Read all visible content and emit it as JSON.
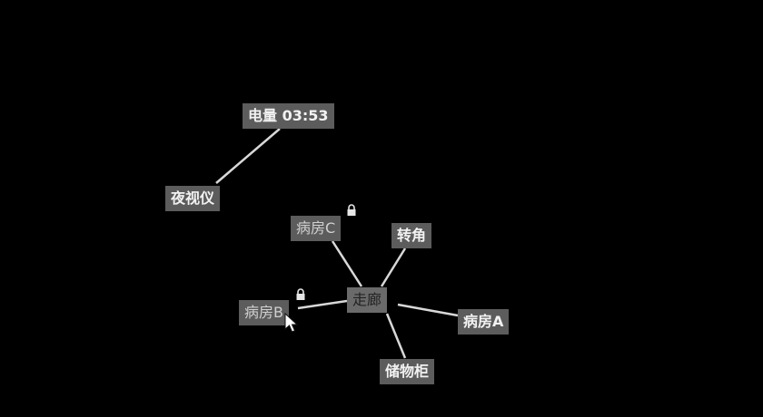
{
  "hud": {
    "battery_label": "电量 03:53",
    "device_label": "夜视仪"
  },
  "map": {
    "current": "走廊",
    "rooms": {
      "room_c": "病房C",
      "corner": "转角",
      "room_b": "病房B",
      "room_a": "病房A",
      "storage": "储物柜"
    },
    "locked": [
      "病房C",
      "病房B"
    ]
  },
  "colors": {
    "background": "#000000",
    "node_fill": "#5c5c5c",
    "link": "#d8d8d8",
    "text": "#f2f2f2"
  },
  "icons": {
    "lock": "lock-icon",
    "cursor": "mouse-cursor-icon"
  }
}
